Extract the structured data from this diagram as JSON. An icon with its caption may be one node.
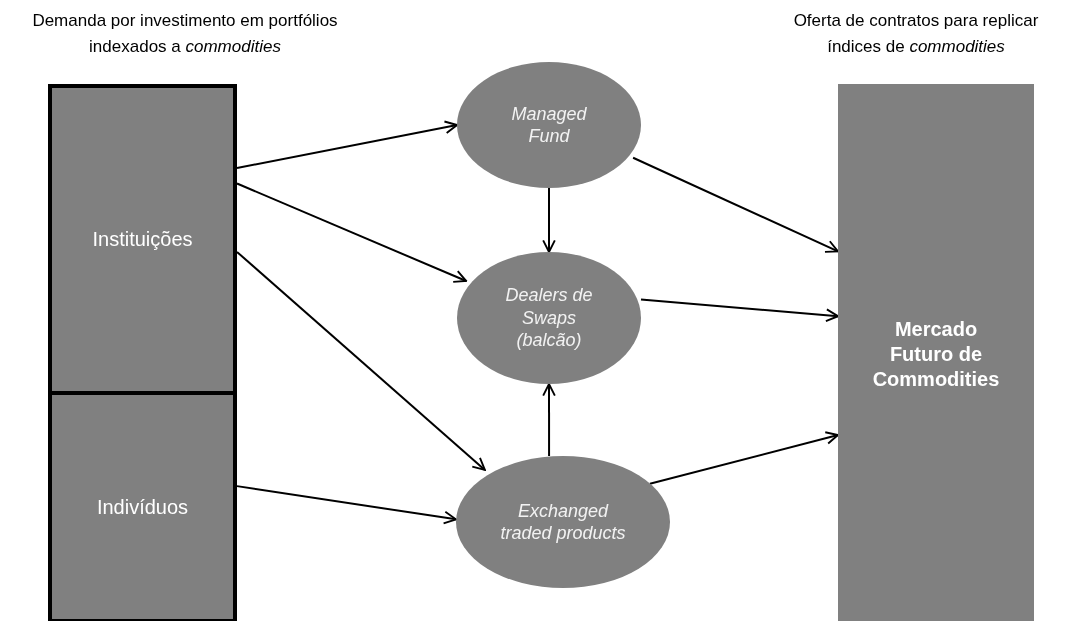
{
  "diagram": {
    "nodes": [
      {
        "text": [
          "Instituições"
        ]
      },
      {
        "text": [
          "Indivíduos"
        ]
      },
      {
        "text": [
          "Managed Fund"
        ]
      },
      {
        "text": [
          "Dealers de Swaps (balcão)"
        ]
      },
      {
        "text": [
          "Exchanged traded products"
        ]
      },
      {
        "text": [
          "Mercado Futuro de Commodities"
        ]
      }
    ],
    "edges": [
      {
        "from": 0,
        "to": 2,
        "arrow": "to"
      },
      {
        "from": 0,
        "to": 3,
        "arrow": "to"
      },
      {
        "from": 0,
        "to": 4,
        "arrow": "to"
      },
      {
        "from": 1,
        "to": 4,
        "arrow": "to"
      },
      {
        "from": 2,
        "to": 3,
        "arrow": "to"
      },
      {
        "from": 4,
        "to": 3,
        "arrow": "to"
      },
      {
        "from": 2,
        "to": 5,
        "arrow": "to"
      },
      {
        "from": 3,
        "to": 5,
        "arrow": "to"
      },
      {
        "from": 4,
        "to": 5,
        "arrow": "to"
      }
    ],
    "labels": [
      "Demanda por investimento em portfólios indexados a *commodities*",
      "Oferta de contratos para replicar índices de *commodities*"
    ]
  }
}
